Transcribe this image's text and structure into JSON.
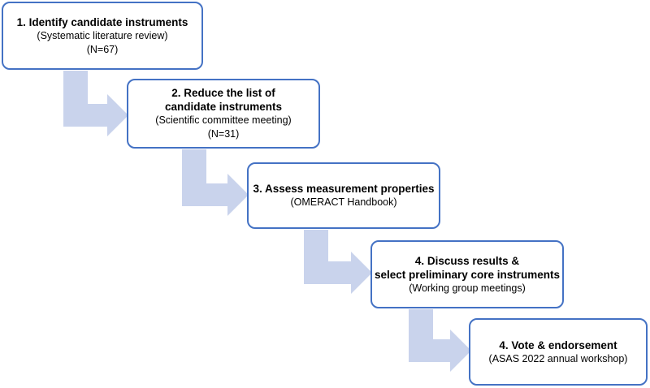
{
  "colors": {
    "box_border": "#4472c4",
    "arrow_fill": "#c9d3ec"
  },
  "steps": [
    {
      "title_lines": [
        "1. Identify candidate instruments"
      ],
      "sub_lines": [
        "(Systematic literature review)",
        "(N=67)"
      ]
    },
    {
      "title_lines": [
        "2. Reduce the list of",
        "candidate instruments"
      ],
      "sub_lines": [
        "(Scientific committee meeting)",
        "(N=31)"
      ]
    },
    {
      "title_lines": [
        "3. Assess measurement properties"
      ],
      "sub_lines": [
        "(OMERACT Handbook)"
      ]
    },
    {
      "title_lines": [
        "4. Discuss results &",
        "select preliminary core instruments"
      ],
      "sub_lines": [
        "(Working group meetings)"
      ]
    },
    {
      "title_lines": [
        "4. Vote & endorsement"
      ],
      "sub_lines": [
        "(ASAS 2022 annual workshop)"
      ]
    }
  ]
}
